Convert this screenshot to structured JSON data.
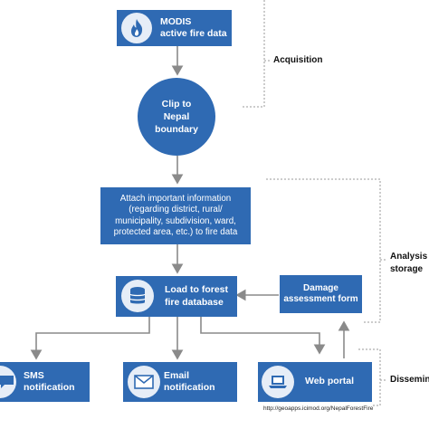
{
  "nodes": {
    "modis": {
      "line1": "MODIS",
      "line2": "active fire data",
      "icon": "fire-icon"
    },
    "clip": {
      "line1": "Clip to",
      "line2": "Nepal",
      "line3": "boundary"
    },
    "attach": {
      "line1": "Attach important information",
      "line2": "(regarding district, rural/",
      "line3": "municipality, subdivision, ward,",
      "line4": "protected area, etc.) to fire data"
    },
    "load": {
      "line1": "Load to forest",
      "line2": "fire database",
      "icon": "database-icon"
    },
    "damage": {
      "line1": "Damage",
      "line2": "assessment form"
    },
    "sms": {
      "line1": "SMS",
      "line2": "notification",
      "icon": "chat-icon"
    },
    "email": {
      "line1": "Email",
      "line2": "notification",
      "icon": "envelope-icon"
    },
    "web": {
      "label": "Web portal",
      "icon": "laptop-icon",
      "url": "http://geoapps.icimod.org/NepalForestFire"
    }
  },
  "phases": {
    "acquisition": "Acquisition",
    "analysis_line1": "Analysis",
    "analysis_line2": "storage",
    "dissemination": "Dissemin"
  },
  "colors": {
    "box": "#2f6ab3",
    "arrow": "#8a8a8a",
    "bracket": "#9a9a9a"
  }
}
